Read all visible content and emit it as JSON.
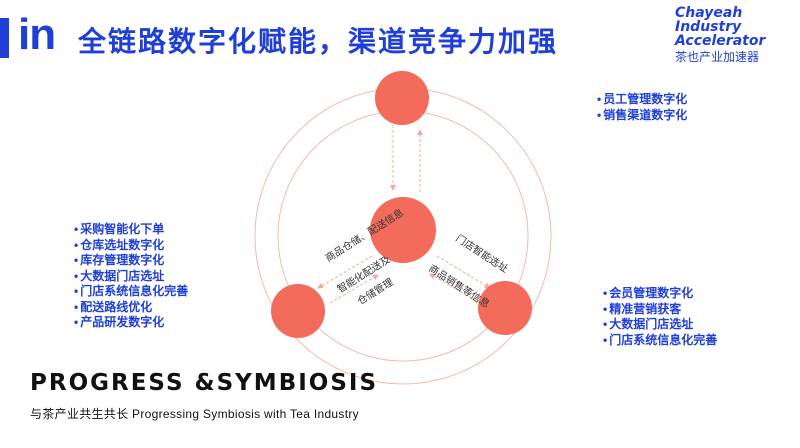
{
  "header": {
    "logo_text": "in",
    "title": "全链路数字化赋能，渠道竞争力加强"
  },
  "brand": {
    "line1": "Chayeah",
    "line2": "Industry",
    "line3": "Accelerator",
    "chinese": "茶也产业加速器"
  },
  "lists": {
    "top_right": [
      "员工管理数字化",
      "销售渠道数字化"
    ],
    "left": [
      "采购智能化下单",
      "仓库选址数字化",
      "库存管理数字化",
      "大数据门店选址",
      "门店系统信息化完善",
      "配送路线优化",
      "产品研发数字化"
    ],
    "bottom_right": [
      "会员管理数字化",
      "精准营销获客",
      "大数据门店选址",
      "门店系统信息化完善"
    ]
  },
  "diagram": {
    "labels": {
      "left_inner": "商品仓储、配送信息",
      "left_outer_line1": "智能化配送及",
      "left_outer_line2": "仓储管理",
      "right_top": "门店智能选址",
      "right_bottom": "商品销售等信息"
    },
    "colors": {
      "node": "#f26b5b",
      "line": "#f7a89d",
      "ring": "#f7b9b0"
    }
  },
  "footer": {
    "title": "PROGRESS &SYMBIOSIS",
    "subtitle": "与茶产业共生共长 Progressing Symbiosis with Tea Industry"
  }
}
